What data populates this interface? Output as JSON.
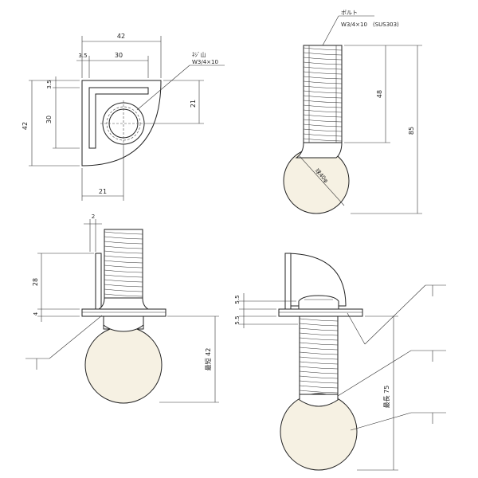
{
  "top_left_view": {
    "dim_overall_width": "42",
    "dim_offset": "3.5",
    "dim_inner_width": "30",
    "dim_top_offset": "3.5",
    "dim_overall_height": "42",
    "dim_inner_height": "30",
    "dim_right_half": "21",
    "dim_bottom_half": "21",
    "thread_note_line1": "ﾈｼﾞ山",
    "thread_note_line2": "W3/4×10"
  },
  "top_right_view": {
    "bolt_label": "ボルト",
    "bolt_spec": "W3/4×10　(SUS303)",
    "dim_thread_length": "48",
    "dim_total_length": "85",
    "ball_label": "球40φ"
  },
  "bottom_left_view": {
    "dim_gap": "2",
    "dim_height": "28",
    "dim_plate": "4",
    "dim_min_length": "最短 42"
  },
  "bottom_right_view": {
    "dim_upper": "5.5",
    "dim_lower": "5.5",
    "dim_max_length": "最長 75"
  }
}
